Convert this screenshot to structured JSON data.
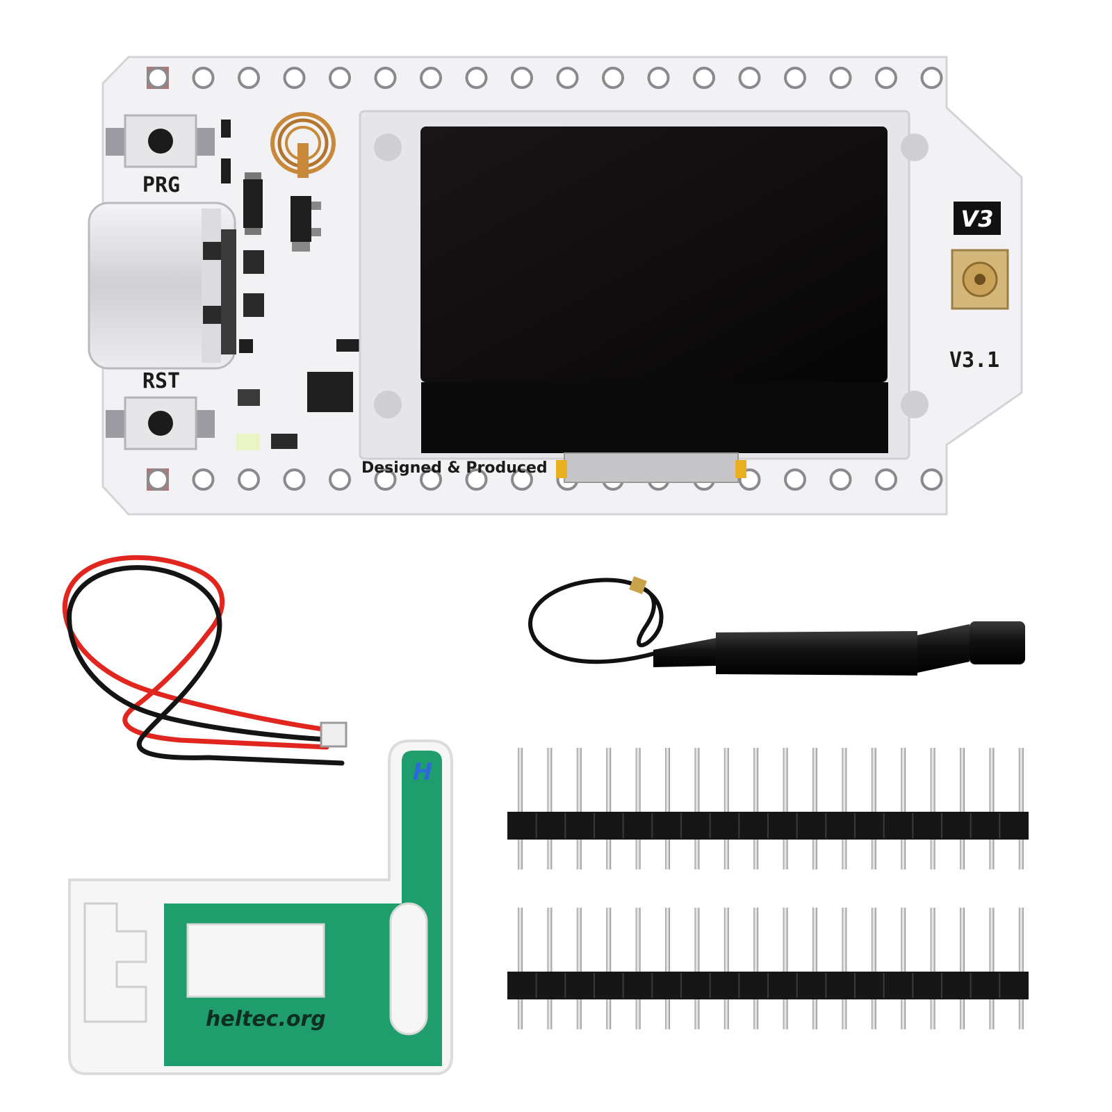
{
  "board": {
    "prg_label": "PRG",
    "rst_label": "RST",
    "version_badge": "V3",
    "version_text": "V3.1",
    "credit_text": "Designed & Produced"
  },
  "case": {
    "url_text": "heltec.org",
    "logo_glyph": "H"
  },
  "colors": {
    "pcb": "#f2f2f4",
    "oled": "#0c0a0b",
    "case_green": "#1f9d6d",
    "wire_red": "#e0261f",
    "wire_black": "#141414",
    "copper": "#c9893a",
    "gold": "#d7a53a"
  },
  "accessories": {
    "pin_header_rows": 2,
    "pins_per_row": 18
  }
}
